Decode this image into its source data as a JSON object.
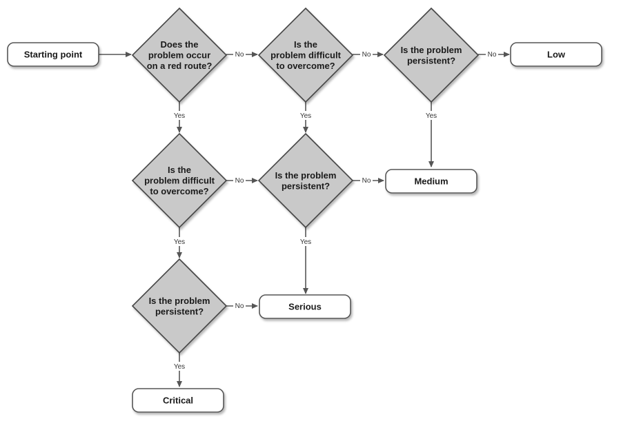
{
  "terminals": {
    "start": "Starting point",
    "low": "Low",
    "medium": "Medium",
    "serious": "Serious",
    "critical": "Critical"
  },
  "decisions": {
    "red_route": [
      "Does the",
      "problem occur",
      "on a red route?"
    ],
    "difficult_top": [
      "Is the",
      "problem difficult",
      "to overcome?"
    ],
    "persistent_top": [
      "Is the problem",
      "persistent?"
    ],
    "difficult_mid": [
      "Is the",
      "problem difficult",
      "to overcome?"
    ],
    "persistent_mid": [
      "Is the problem",
      "persistent?"
    ],
    "persistent_bottom": [
      "Is the problem",
      "persistent?"
    ]
  },
  "labels": {
    "yes": "Yes",
    "no": "No"
  },
  "colors": {
    "diamond_fill": "#c9c9c9",
    "stroke": "#444444",
    "terminal_fill": "#ffffff"
  }
}
